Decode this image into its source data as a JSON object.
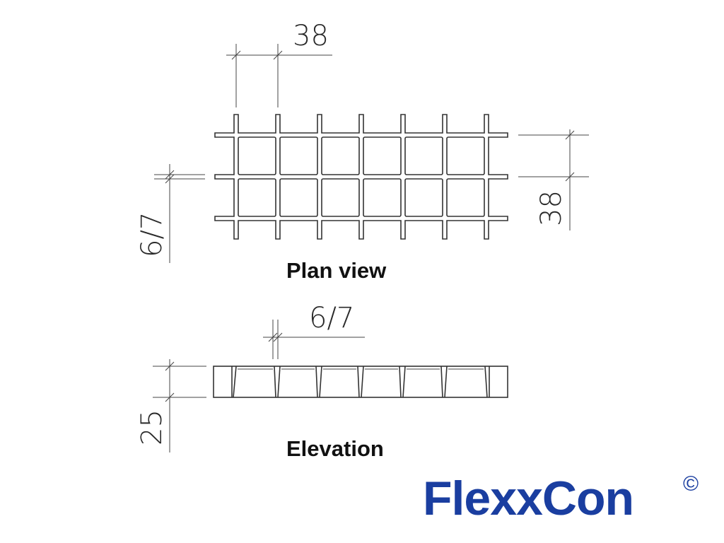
{
  "plan": {
    "title": "Plan view",
    "dim_pitch_top": "38",
    "dim_pitch_right": "38",
    "dim_bar_left": "6/7"
  },
  "elevation": {
    "title": "Elevation",
    "dim_bar_top": "6/7",
    "dim_height_left": "25"
  },
  "brand": {
    "name": "FlexxCon",
    "symbol": "©",
    "color": "#1a3ea0"
  }
}
